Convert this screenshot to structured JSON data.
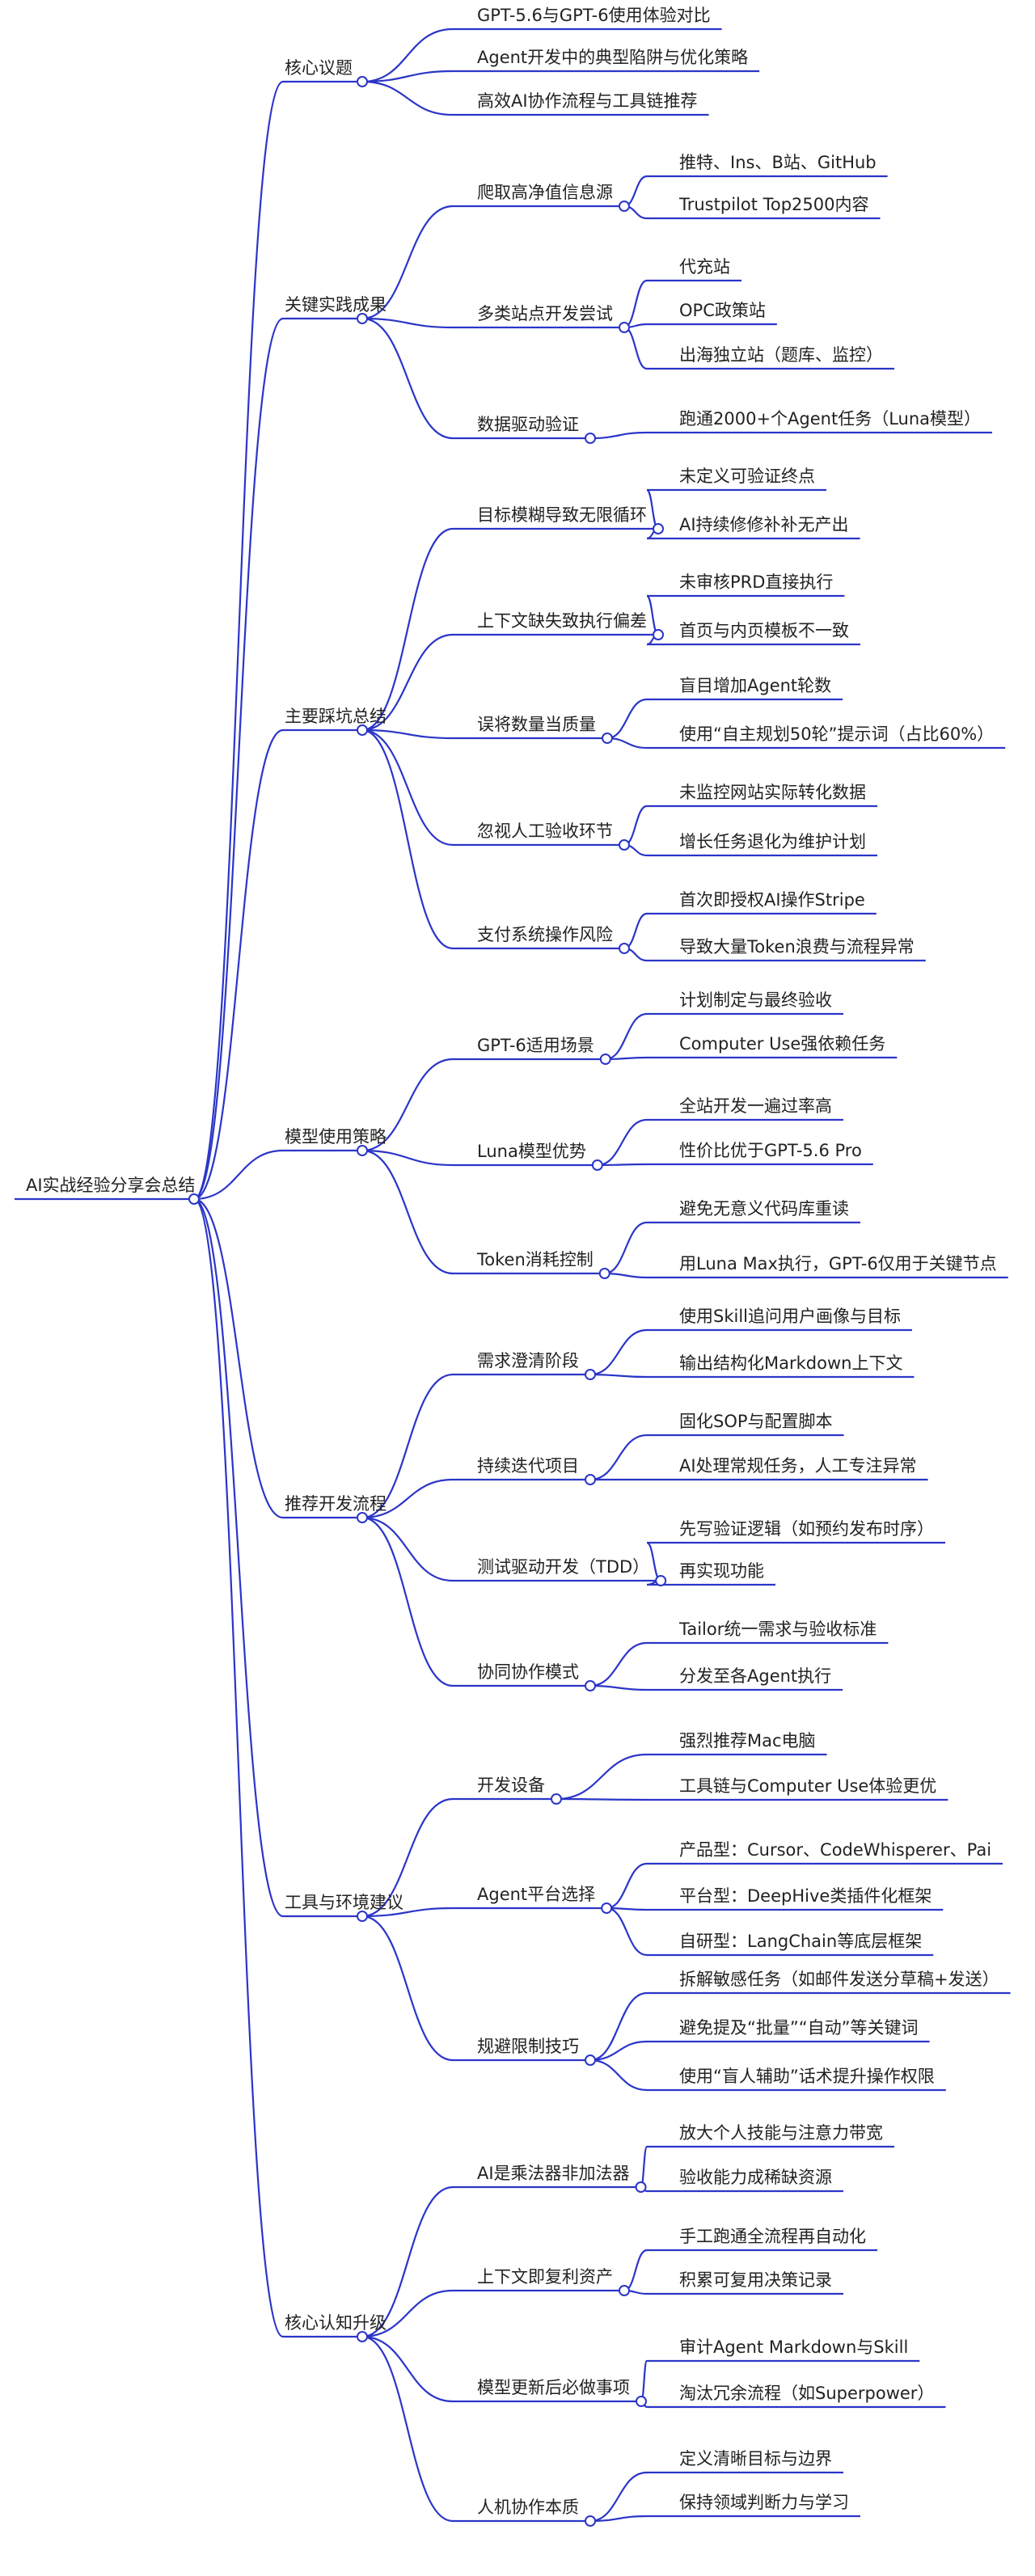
{
  "mindmap": {
    "root": "AI实战经验分享会总结",
    "colors": {
      "line": "#2b35c8",
      "text": "#222222",
      "background": "#ffffff"
    },
    "branches": [
      {
        "label": "核心议题",
        "children": [
          {
            "label": "GPT-5.6与GPT-6使用体验对比"
          },
          {
            "label": "Agent开发中的典型陷阱与优化策略"
          },
          {
            "label": "高效AI协作流程与工具链推荐"
          }
        ]
      },
      {
        "label": "关键实践成果",
        "children": [
          {
            "label": "爬取高净值信息源",
            "children": [
              "推特、Ins、B站、GitHub",
              "Trustpilot Top2500内容"
            ]
          },
          {
            "label": "多类站点开发尝试",
            "children": [
              "代充站",
              "OPC政策站",
              "出海独立站（题库、监控）"
            ]
          },
          {
            "label": "数据驱动验证",
            "children": [
              "跑通2000+个Agent任务（Luna模型）"
            ]
          }
        ]
      },
      {
        "label": "主要踩坑总结",
        "children": [
          {
            "label": "目标模糊导致无限循环",
            "children": [
              "未定义可验证终点",
              "AI持续修修补补无产出"
            ]
          },
          {
            "label": "上下文缺失致执行偏差",
            "children": [
              "未审核PRD直接执行",
              "首页与内页模板不一致"
            ]
          },
          {
            "label": "误将数量当质量",
            "children": [
              "盲目增加Agent轮数",
              "使用“自主规划50轮”提示词（占比60%）"
            ]
          },
          {
            "label": "忽视人工验收环节",
            "children": [
              "未监控网站实际转化数据",
              "增长任务退化为维护计划"
            ]
          },
          {
            "label": "支付系统操作风险",
            "children": [
              "首次即授权AI操作Stripe",
              "导致大量Token浪费与流程异常"
            ]
          }
        ]
      },
      {
        "label": "模型使用策略",
        "children": [
          {
            "label": "GPT-6适用场景",
            "children": [
              "计划制定与最终验收",
              "Computer Use强依赖任务"
            ]
          },
          {
            "label": "Luna模型优势",
            "children": [
              "全站开发一遍过率高",
              "性价比优于GPT-5.6 Pro"
            ]
          },
          {
            "label": "Token消耗控制",
            "children": [
              "避免无意义代码库重读",
              "用Luna Max执行，GPT-6仅用于关键节点"
            ]
          }
        ]
      },
      {
        "label": "推荐开发流程",
        "children": [
          {
            "label": "需求澄清阶段",
            "children": [
              "使用Skill追问用户画像与目标",
              "输出结构化Markdown上下文"
            ]
          },
          {
            "label": "持续迭代项目",
            "children": [
              "固化SOP与配置脚本",
              "AI处理常规任务，人工专注异常"
            ]
          },
          {
            "label": "测试驱动开发（TDD）",
            "children": [
              "先写验证逻辑（如预约发布时序）",
              "再实现功能"
            ]
          },
          {
            "label": "协同协作模式",
            "children": [
              "Tailor统一需求与验收标准",
              "分发至各Agent执行"
            ]
          }
        ]
      },
      {
        "label": "工具与环境建议",
        "children": [
          {
            "label": "开发设备",
            "children": [
              "强烈推荐Mac电脑",
              "工具链与Computer Use体验更优"
            ]
          },
          {
            "label": "Agent平台选择",
            "children": [
              "产品型：Cursor、CodeWhisperer、Pai",
              "平台型：DeepHive类插件化框架",
              "自研型：LangChain等底层框架"
            ]
          },
          {
            "label": "规避限制技巧",
            "children": [
              "拆解敏感任务（如邮件发送分草稿+发送）",
              "避免提及“批量”“自动”等关键词",
              "使用“盲人辅助”话术提升操作权限"
            ]
          }
        ]
      },
      {
        "label": "核心认知升级",
        "children": [
          {
            "label": "AI是乘法器非加法器",
            "children": [
              "放大个人技能与注意力带宽",
              "验收能力成稀缺资源"
            ]
          },
          {
            "label": "上下文即复利资产",
            "children": [
              "手工跑通全流程再自动化",
              "积累可复用决策记录"
            ]
          },
          {
            "label": "模型更新后必做事项",
            "children": [
              "审计Agent Markdown与Skill",
              "淘汰冗余流程（如Superpower）"
            ]
          },
          {
            "label": "人机协作本质",
            "children": [
              "定义清晰目标与边界",
              "保持领域判断力与学习"
            ]
          }
        ]
      }
    ]
  }
}
